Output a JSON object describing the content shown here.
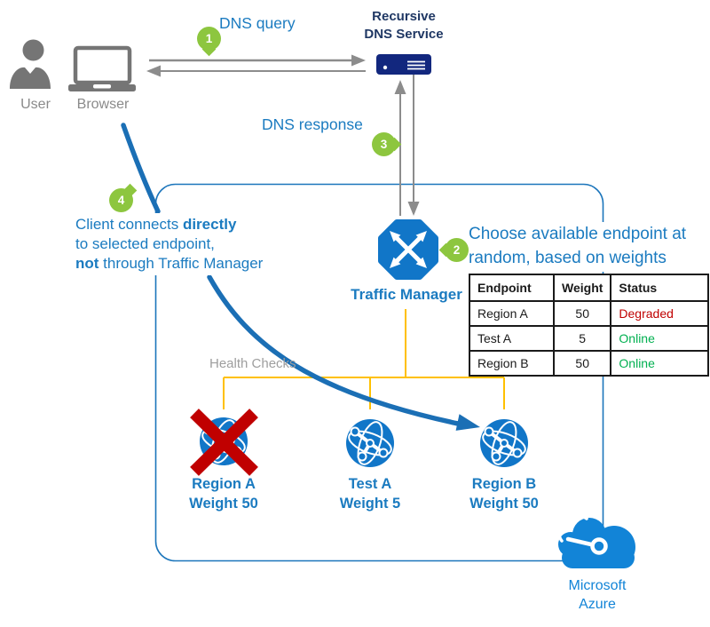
{
  "labels": {
    "dns_query": "DNS query",
    "dns_response": "DNS response",
    "recursive_dns_line1": "Recursive",
    "recursive_dns_line2": "DNS Service",
    "user": "User",
    "browser": "Browser",
    "traffic_manager": "Traffic Manager",
    "health_checks": "Health Checks"
  },
  "steps": {
    "one": "1",
    "two": "2",
    "three": "3",
    "four": "4"
  },
  "client_note": {
    "line1_normal": "Client connects ",
    "line1_bold": "directly",
    "line2": "to selected endpoint,",
    "line3_bold": "not",
    "line3_normal": " through Traffic Manager"
  },
  "choose": {
    "line1": "Choose available endpoint at",
    "line2": "random, based on weights"
  },
  "table": {
    "headers": [
      "Endpoint",
      "Weight",
      "Status"
    ],
    "rows": [
      {
        "endpoint": "Region A",
        "weight": "50",
        "status": "Degraded",
        "status_class": "st-degraded"
      },
      {
        "endpoint": "Test A",
        "weight": "5",
        "status": "Online",
        "status_class": "st-online"
      },
      {
        "endpoint": "Region B",
        "weight": "50",
        "status": "Online",
        "status_class": "st-online"
      }
    ]
  },
  "endpoints": [
    {
      "name": "Region A",
      "weight": "Weight 50",
      "state": "failed"
    },
    {
      "name": "Test A",
      "weight": "Weight 5",
      "state": "online"
    },
    {
      "name": "Region B",
      "weight": "Weight 50",
      "state": "online"
    }
  ],
  "azure": {
    "line1": "Microsoft",
    "line2": "Azure"
  },
  "colors": {
    "accent_blue": "#1B7BC0",
    "navy_text": "#203864",
    "server_navy": "#12277E",
    "marker_green": "#8DC63F",
    "health_orange": "#FFC000",
    "failed_red": "#C00000",
    "status_green": "#00B050",
    "azure_icon_blue": "#1284D7",
    "arrow_gray": "#8c8c8c",
    "thick_arrow_blue": "#1B6FB5"
  }
}
